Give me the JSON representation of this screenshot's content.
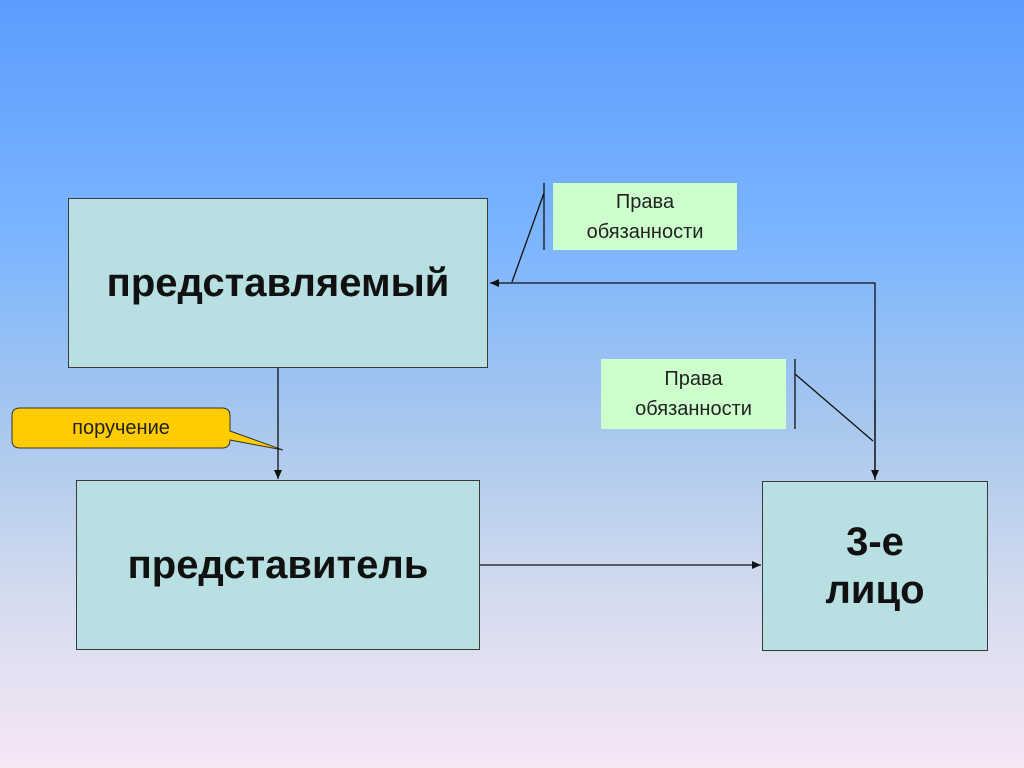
{
  "nodes": {
    "principal": "представляемый",
    "agent": "представитель",
    "third_party": {
      "line1": "3-е",
      "line2": "лицо"
    }
  },
  "notes": {
    "top": {
      "line1": "Права",
      "line2": "обязанности"
    },
    "middle": {
      "line1": "Права",
      "line2": "обязанности"
    }
  },
  "callout": "поручение",
  "colors": {
    "box_fill": "#b8dfe2",
    "note_fill": "#ccffcc",
    "callout_fill": "#ffcc00"
  }
}
